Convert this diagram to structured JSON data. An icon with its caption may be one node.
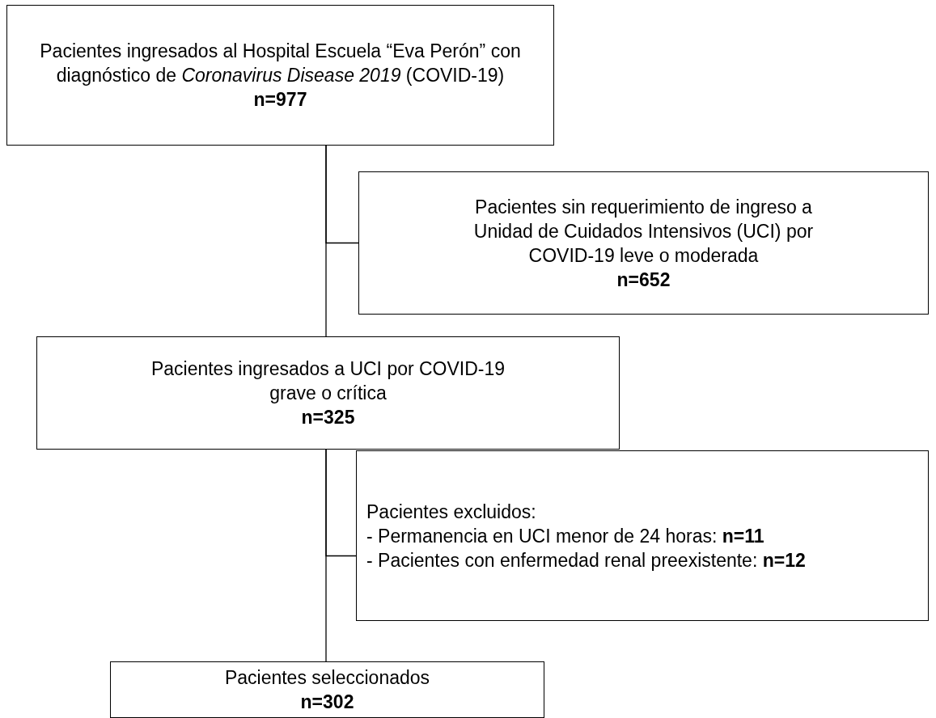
{
  "diagram": {
    "nodes": [
      {
        "text": [
          "Pacientes ingresados al Hospital Escuela “Eva Perón” con diagnóstico de *Coronavirus Disease 2019* (COVID-19)",
          "n=977"
        ]
      },
      {
        "text": [
          "Pacientes sin requerimiento de ingreso a Unidad de Cuidados Intensivos (UCI) por COVID-19 leve o moderada",
          "n=652"
        ]
      },
      {
        "text": [
          "Pacientes ingresados a UCI por COVID-19 grave o crítica",
          "n=325"
        ]
      },
      {
        "text": [
          "Pacientes excluidos:",
          "- Permanencia en UCI menor de 24 horas: **n=11**",
          "- Pacientes con enfermedad renal preexistente: **n=12**"
        ]
      },
      {
        "text": [
          "Pacientes seleccionados",
          "n=302"
        ]
      }
    ],
    "edges": [
      {
        "from": 0,
        "to": 2,
        "arrow": "none"
      },
      {
        "from": 0,
        "to": 1,
        "arrow": "none"
      },
      {
        "from": 2,
        "to": 4,
        "arrow": "none"
      },
      {
        "from": 2,
        "to": 3,
        "arrow": "none"
      }
    ]
  }
}
